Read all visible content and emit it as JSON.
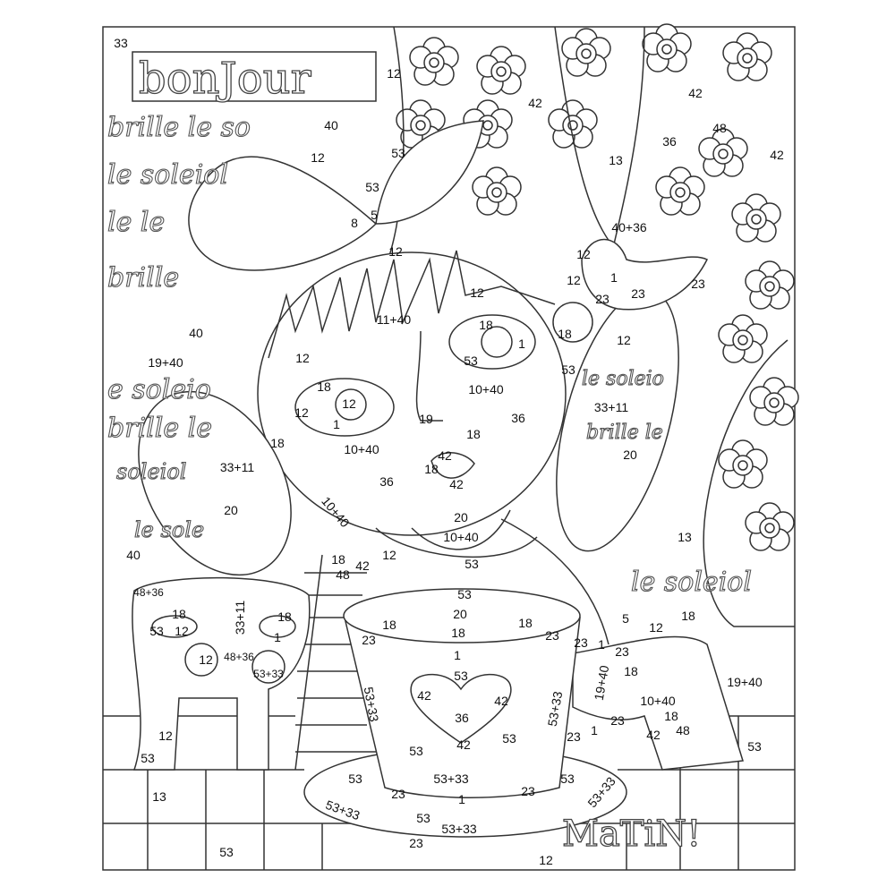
{
  "title_word": "bonJour",
  "background_text": [
    "brille le so",
    "le soleiol",
    "le le",
    "brille",
    "e soleio",
    "brille le",
    "le soleiol"
  ],
  "wing_text": [
    "le soleio",
    "brille le",
    "soleiol",
    "le sole"
  ],
  "footer_word": "MaTiN!",
  "labels": [
    "33",
    "12",
    "40",
    "12",
    "53",
    "53",
    "5",
    "8",
    "12",
    "42",
    "42",
    "48",
    "36",
    "42",
    "13",
    "40+36",
    "12",
    "1",
    "12",
    "23",
    "23",
    "23",
    "12",
    "11+40",
    "18",
    "1",
    "18",
    "53",
    "53",
    "12",
    "40",
    "19+40",
    "12",
    "18",
    "12",
    "12",
    "1",
    "10+40",
    "36",
    "19",
    "18",
    "18",
    "10+40",
    "42",
    "18",
    "42",
    "36",
    "33+11",
    "20",
    "33+11",
    "20",
    "10+40",
    "20",
    "10+40",
    "53",
    "40",
    "18",
    "42",
    "48",
    "12",
    "13",
    "48+36",
    "18",
    "33+11",
    "53",
    "12",
    "18",
    "1",
    "12",
    "48+36",
    "53+33",
    "53",
    "20",
    "18",
    "18",
    "18",
    "23",
    "23",
    "1",
    "53",
    "5",
    "12",
    "18",
    "23",
    "1",
    "23",
    "18",
    "19+40",
    "10+40",
    "19+40",
    "18",
    "42",
    "48",
    "23",
    "53+33",
    "42",
    "42",
    "36",
    "53+33",
    "53",
    "42",
    "53",
    "23",
    "1",
    "53",
    "12",
    "53",
    "13",
    "53",
    "53+33",
    "53",
    "23",
    "1",
    "23",
    "53+33",
    "53+33",
    "53",
    "53+33",
    "12",
    "23",
    "53"
  ]
}
